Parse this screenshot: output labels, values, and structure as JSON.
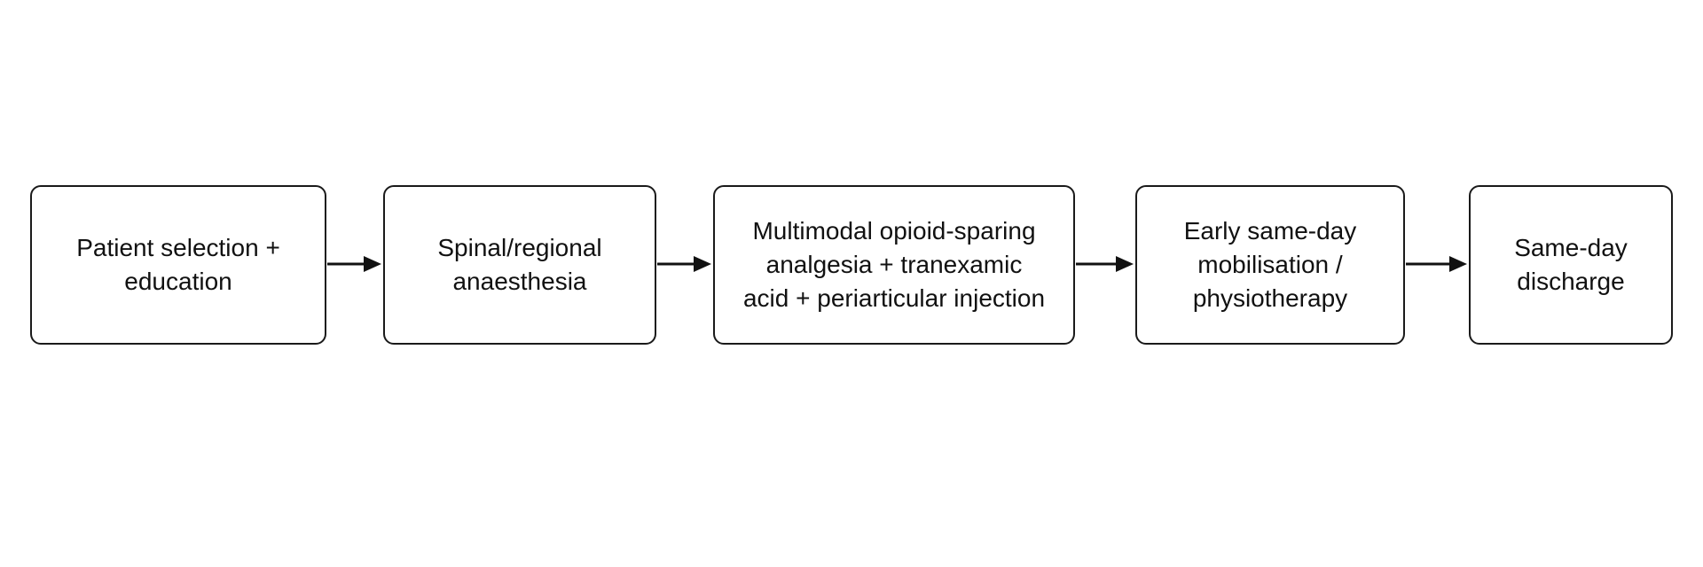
{
  "diagram": {
    "type": "flowchart",
    "direction": "left-to-right",
    "steps": [
      {
        "label": "Patient selection +\neducation"
      },
      {
        "label": "Spinal/regional\nanaesthesia"
      },
      {
        "label": "Multimodal opioid-sparing\nanalgesia + tranexamic\nacid + periarticular injection"
      },
      {
        "label": "Early same-day\nmobilisation /\nphysiotherapy"
      },
      {
        "label": "Same-day\ndischarge"
      }
    ],
    "connections": [
      {
        "from": 0,
        "to": 1
      },
      {
        "from": 1,
        "to": 2
      },
      {
        "from": 2,
        "to": 3
      },
      {
        "from": 3,
        "to": 4
      }
    ],
    "colors": {
      "border": "#1a1a1a",
      "text": "#111111",
      "background": "#ffffff",
      "arrow": "#111111"
    }
  }
}
